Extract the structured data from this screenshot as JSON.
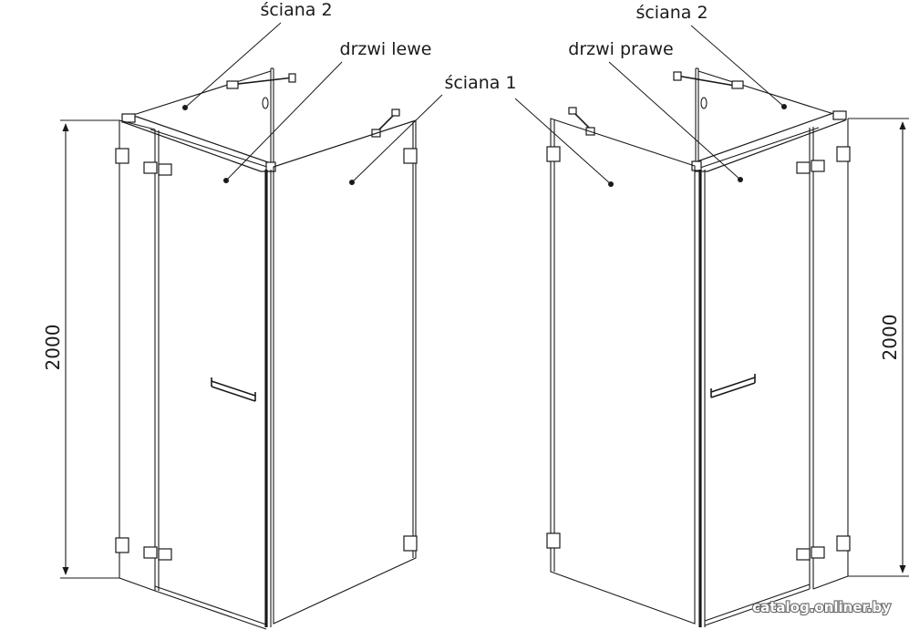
{
  "left_view": {
    "label_wall2": "ściana 2",
    "label_door": "drzwi lewe",
    "label_wall1": "ściana 1",
    "height_value": "2000"
  },
  "right_view": {
    "label_wall2": "ściana 2",
    "label_door": "drzwi prawe",
    "height_value": "2000"
  },
  "watermark": "catalog.onliner.by",
  "colors": {
    "line": "#1a1a1a",
    "background": "#ffffff"
  }
}
